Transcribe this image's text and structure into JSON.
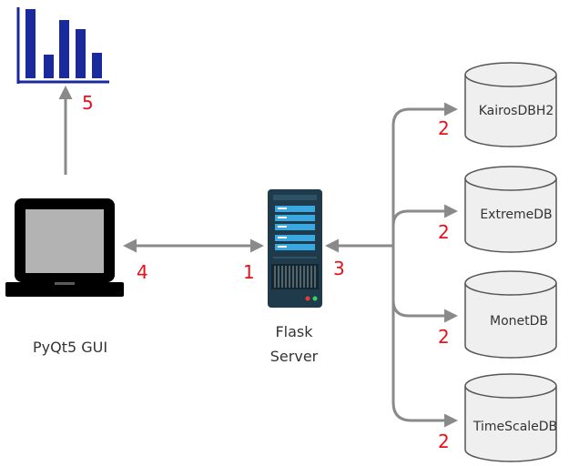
{
  "gui": {
    "label": "PyQt5 GUI"
  },
  "server": {
    "label_line1": "Flask",
    "label_line2": "Server"
  },
  "databases": [
    {
      "name": "KairosDBH2",
      "step": "2"
    },
    {
      "name": "ExtremeDB",
      "step": "2"
    },
    {
      "name": "MonetDB",
      "step": "2"
    },
    {
      "name": "TimeScaleDB",
      "step": "2"
    }
  ],
  "steps": {
    "server_in": "1",
    "server_out": "3",
    "gui_side": "4",
    "chart_side": "5"
  },
  "colors": {
    "arrow": "#8a8a8a",
    "step_number": "#e8101a",
    "chart_bar": "#1a2a9c",
    "laptop_screen": "#b3b3b3",
    "laptop_body": "#000000",
    "cylinder_fill": "#efefef",
    "cylinder_stroke": "#555555"
  },
  "icons": {
    "chart": "bar-chart-icon",
    "laptop": "laptop-icon",
    "server": "server-icon",
    "database": "database-cylinder-icon"
  }
}
